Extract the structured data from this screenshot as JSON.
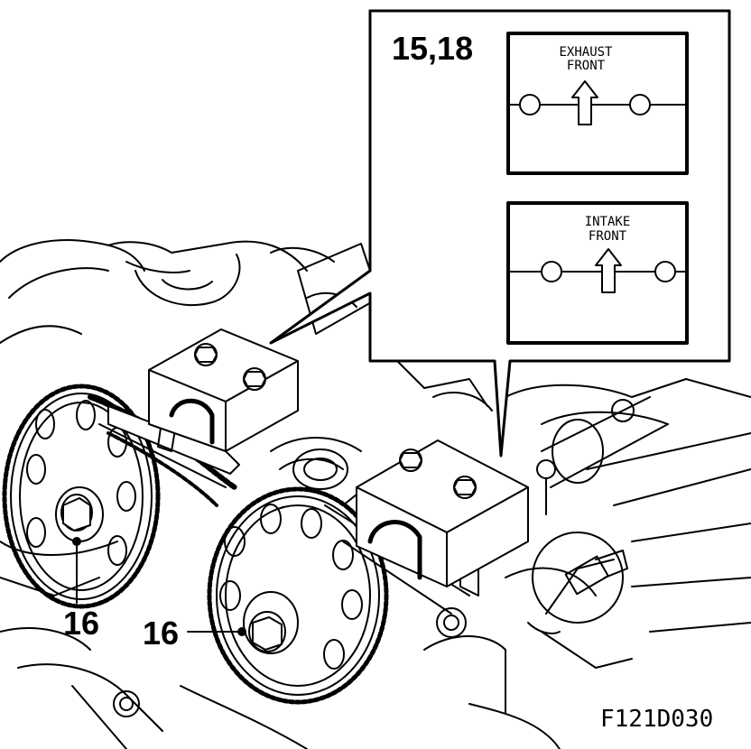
{
  "callout": {
    "step_label": "15,18",
    "exhaust_panel": {
      "line1": "EXHAUST",
      "line2": "FRONT"
    },
    "intake_panel": {
      "line1": "INTAKE",
      "line2": "FRONT"
    }
  },
  "labels": {
    "bolt_exhaust": "16",
    "bolt_intake": "16"
  },
  "figure_code": "F121D030",
  "colors": {
    "ink": "#000000",
    "paper": "#ffffff"
  }
}
